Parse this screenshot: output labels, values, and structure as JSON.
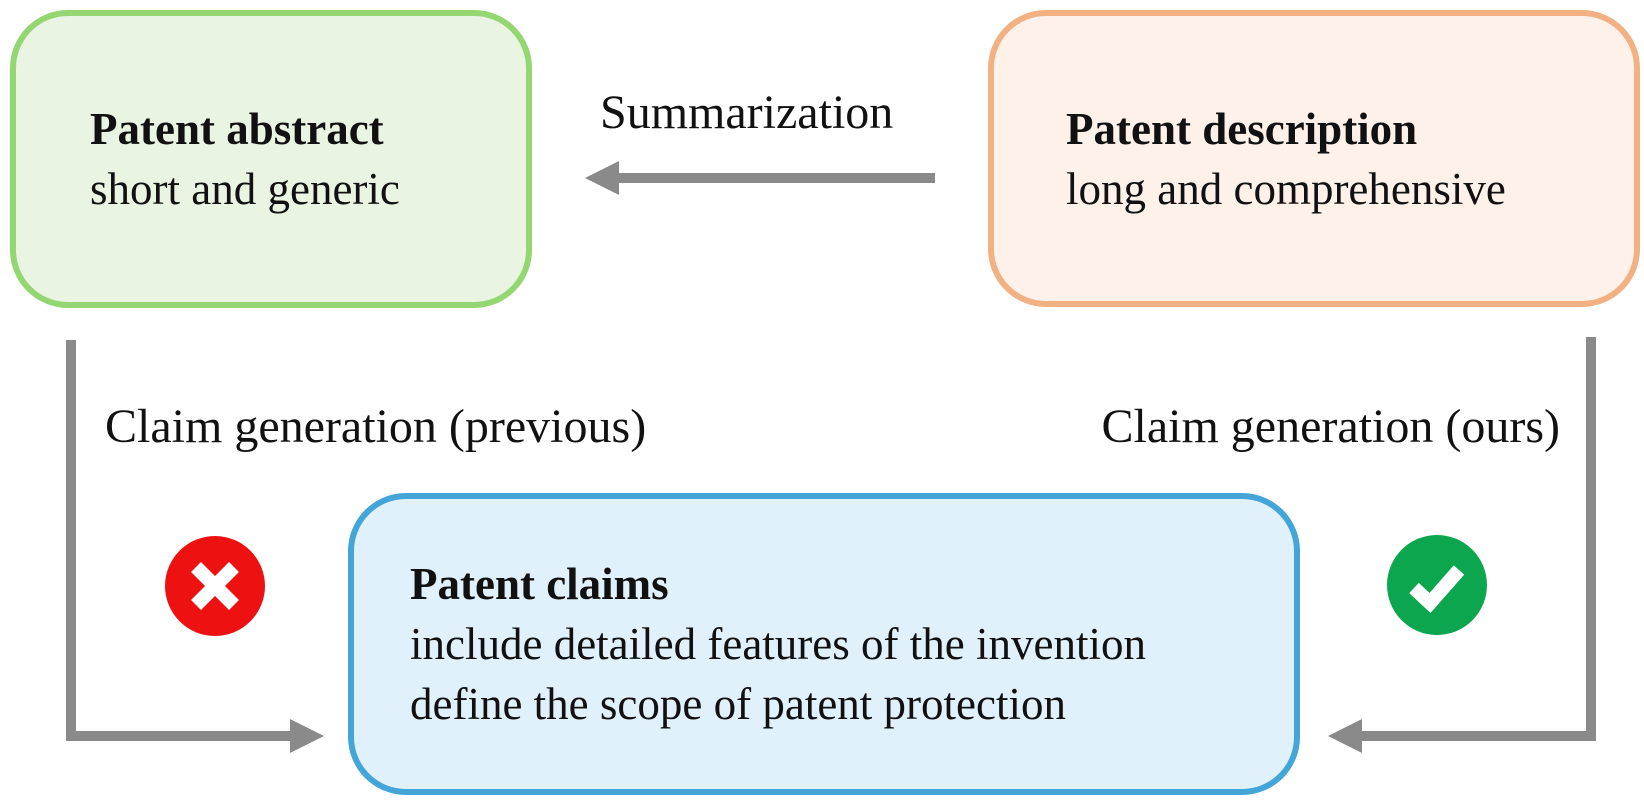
{
  "boxes": {
    "abstract": {
      "title": "Patent abstract",
      "subtitle": "short and generic",
      "border_color": "#93d672",
      "fill_color": "#e9f5e2"
    },
    "description": {
      "title": "Patent description",
      "subtitle": "long and comprehensive",
      "border_color": "#f2b183",
      "fill_color": "#fdf1e9"
    },
    "claims": {
      "title": "Patent claims",
      "lines": [
        "include detailed features of the invention",
        "define the scope of patent protection"
      ],
      "border_color": "#44a5d8",
      "fill_color": "#e0f1fb"
    }
  },
  "labels": {
    "summarization": "Summarization",
    "claim_generation_previous": "Claim generation (previous)",
    "claim_generation_ours": "Claim generation (ours)"
  },
  "icons": {
    "cross": {
      "name": "cross-icon",
      "glyph": "✕",
      "color": "#ee1111"
    },
    "check": {
      "name": "check-icon",
      "glyph": "✓",
      "color": "#0ca64e"
    }
  },
  "colors": {
    "arrow_gray": "#8a8a8a",
    "text": "#111111",
    "background": "#ffffff"
  }
}
